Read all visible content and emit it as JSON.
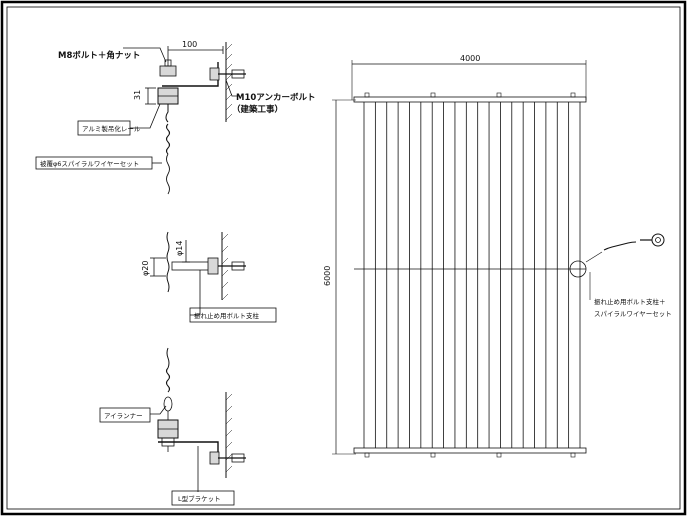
{
  "labels": {
    "top_bolt": "M8ボルト＋角ナット",
    "dim_100": "100",
    "dim_31": "31",
    "anchor_bolt": "M10アンカーボルト",
    "anchor_note": "（建築工事）",
    "rail": "アルミ製吊化レール",
    "wire_set": "被覆φ6スパイラルワイヤーセット",
    "dim_phi20": "φ20",
    "dim_phi14": "φ14",
    "brace_bolt": "振れ止め用ボルト支柱",
    "eye_nut": "アイランナー",
    "bracket": "L型ブラケット",
    "dim_4000": "4000",
    "dim_6000": "6000",
    "callout_line1": "振れ止め用ボルト支柱＋",
    "callout_line2": "スパイラルワイヤーセット"
  },
  "grid": {
    "vertical_wires": 20
  },
  "colors": {
    "line": "#111111",
    "border": "#000000",
    "part_fill": "#d8d8d8"
  }
}
